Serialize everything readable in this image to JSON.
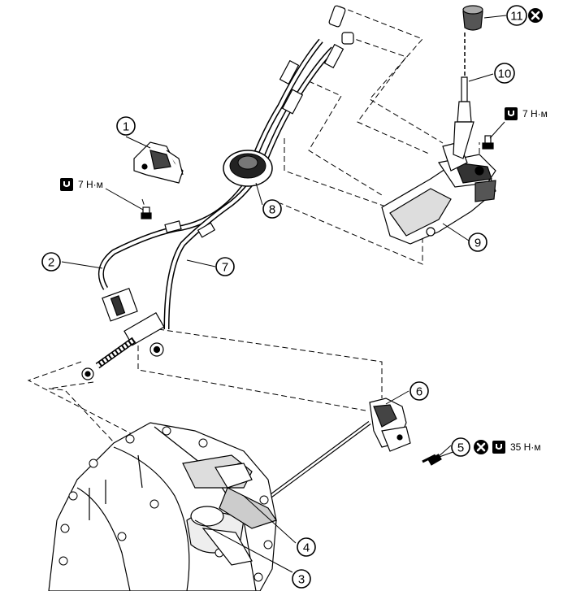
{
  "callouts": [
    {
      "id": "c1",
      "label": "1"
    },
    {
      "id": "c2",
      "label": "2"
    },
    {
      "id": "c3",
      "label": "3"
    },
    {
      "id": "c4",
      "label": "4"
    },
    {
      "id": "c5",
      "label": "5"
    },
    {
      "id": "c6",
      "label": "6"
    },
    {
      "id": "c7",
      "label": "7"
    },
    {
      "id": "c8",
      "label": "8"
    },
    {
      "id": "c9",
      "label": "9"
    },
    {
      "id": "c10",
      "label": "10"
    },
    {
      "id": "c11",
      "label": "11"
    }
  ],
  "torque_labels": {
    "bracket_bolt": "7 Н·м",
    "lever_bolt": "7 Н·м",
    "shaft_bolt": "35 Н·м"
  },
  "icons": {
    "torque": "torque-wrench-icon",
    "replace": "do-not-reuse-icon"
  }
}
